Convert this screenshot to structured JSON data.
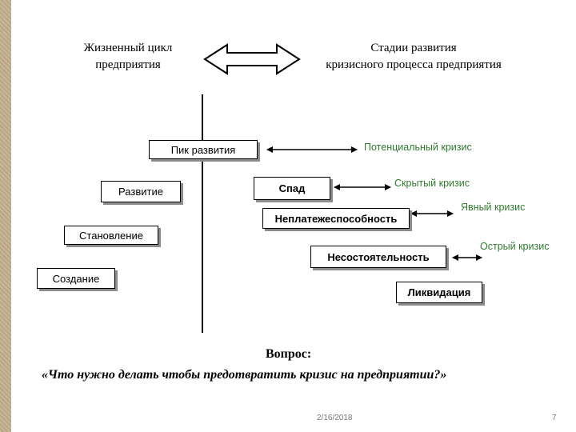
{
  "header": {
    "left_line1": "Жизненный цикл",
    "left_line2": "предприятия",
    "right_line1": "Стадии развития",
    "right_line2": "кризисного процесса предприятия"
  },
  "lifecycle": {
    "peak": "Пик развития",
    "development": "Развитие",
    "formation": "Становление",
    "creation": "Создание"
  },
  "crisis_stages": {
    "decline": "Спад",
    "insolvency": "Неплатежеспособность",
    "bankruptcy": "Несостоятельность",
    "liquidation": "Ликвидация"
  },
  "crisis_types": {
    "potential": "Потенциальный кризис",
    "hidden": "Скрытый кризис",
    "explicit": "Явный кризис",
    "acute": "Острый кризис"
  },
  "question": {
    "heading": "Вопрос:",
    "text": "«Что нужно делать чтобы предотвратить кризис на предприятии?»"
  },
  "footer": {
    "date": "2/16/2018",
    "page": "7"
  },
  "colors": {
    "crisis_label": "#2f7a2f",
    "box_shadow": "#8c8c8c",
    "sidebar": "#c9b79a"
  }
}
